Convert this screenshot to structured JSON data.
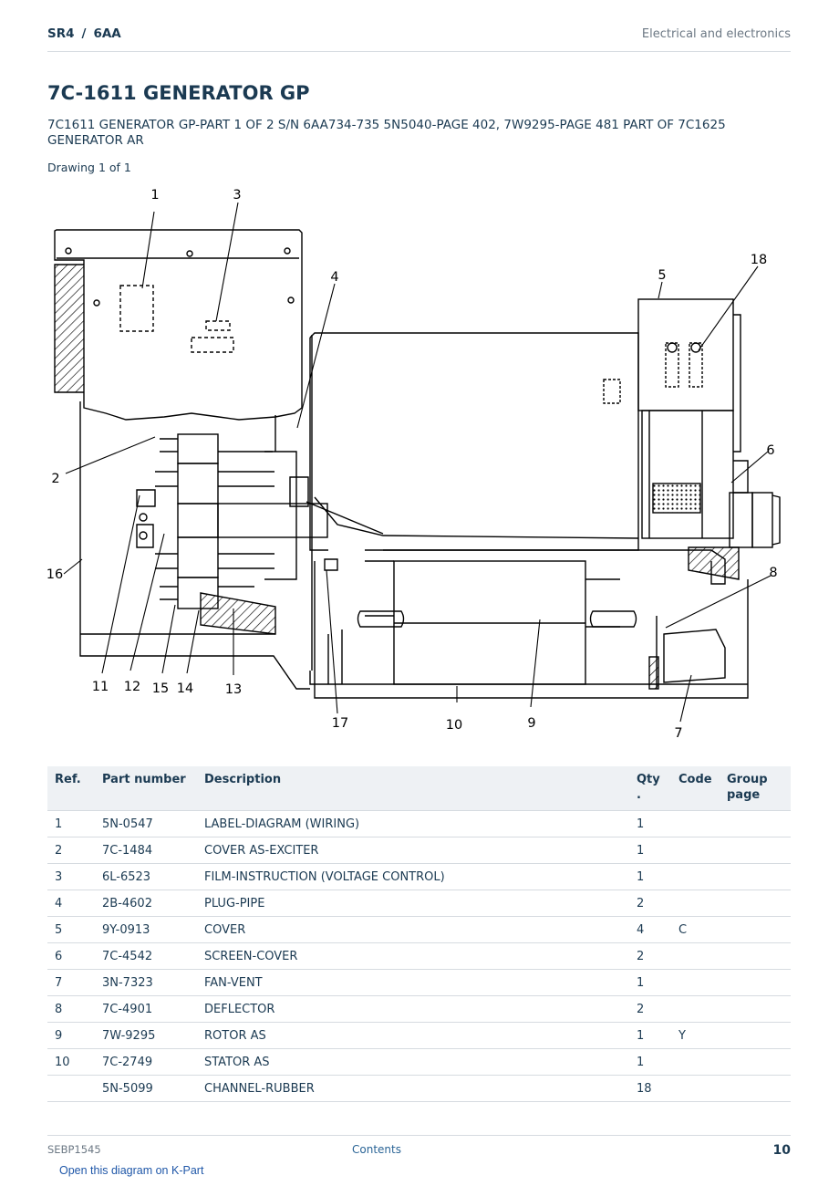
{
  "header": {
    "model": "SR4",
    "separator": "/",
    "prefix": "6AA",
    "section": "Electrical and electronics"
  },
  "title": "7C-1611 GENERATOR GP",
  "subtitle": "7C1611 GENERATOR GP-PART 1 OF 2 S/N 6AA734-735 5N5040-PAGE 402, 7W9295-PAGE 481 PART OF 7C1625 GENERATOR AR",
  "drawing_label": "Drawing 1 of 1",
  "callouts": [
    "1",
    "3",
    "4",
    "5",
    "18",
    "2",
    "6",
    "16",
    "8",
    "11",
    "12",
    "15",
    "14",
    "13",
    "17",
    "10",
    "9",
    "7"
  ],
  "table": {
    "headers": {
      "ref": "Ref.",
      "part_number": "Part number",
      "description": "Description",
      "qty": "Qty .",
      "code": "Code",
      "group_page": "Group page"
    },
    "rows": [
      {
        "ref": "1",
        "part_number": "5N-0547",
        "description": "LABEL-DIAGRAM (WIRING)",
        "qty": "1",
        "code": "",
        "group_page": ""
      },
      {
        "ref": "2",
        "part_number": "7C-1484",
        "description": "COVER AS-EXCITER",
        "qty": "1",
        "code": "",
        "group_page": ""
      },
      {
        "ref": "3",
        "part_number": "6L-6523",
        "description": "FILM-INSTRUCTION (VOLTAGE CONTROL)",
        "qty": "1",
        "code": "",
        "group_page": ""
      },
      {
        "ref": "4",
        "part_number": "2B-4602",
        "description": "PLUG-PIPE",
        "qty": "2",
        "code": "",
        "group_page": ""
      },
      {
        "ref": "5",
        "part_number": "9Y-0913",
        "description": "COVER",
        "qty": "4",
        "code": "C",
        "group_page": ""
      },
      {
        "ref": "6",
        "part_number": "7C-4542",
        "description": "SCREEN-COVER",
        "qty": "2",
        "code": "",
        "group_page": ""
      },
      {
        "ref": "7",
        "part_number": "3N-7323",
        "description": "FAN-VENT",
        "qty": "1",
        "code": "",
        "group_page": ""
      },
      {
        "ref": "8",
        "part_number": "7C-4901",
        "description": "DEFLECTOR",
        "qty": "2",
        "code": "",
        "group_page": ""
      },
      {
        "ref": "9",
        "part_number": "7W-9295",
        "description": "ROTOR AS",
        "qty": "1",
        "code": "Y",
        "group_page": ""
      },
      {
        "ref": "10",
        "part_number": "7C-2749",
        "description": "STATOR AS",
        "qty": "1",
        "code": "",
        "group_page": ""
      },
      {
        "ref": "",
        "part_number": "5N-5099",
        "description": "CHANNEL-RUBBER",
        "qty": "18",
        "code": "",
        "group_page": ""
      }
    ]
  },
  "footer": {
    "doc_id": "SEBP1545",
    "contents_link": "Contents",
    "page_number": "10"
  },
  "kpart_link": "Open this diagram on K-Part"
}
